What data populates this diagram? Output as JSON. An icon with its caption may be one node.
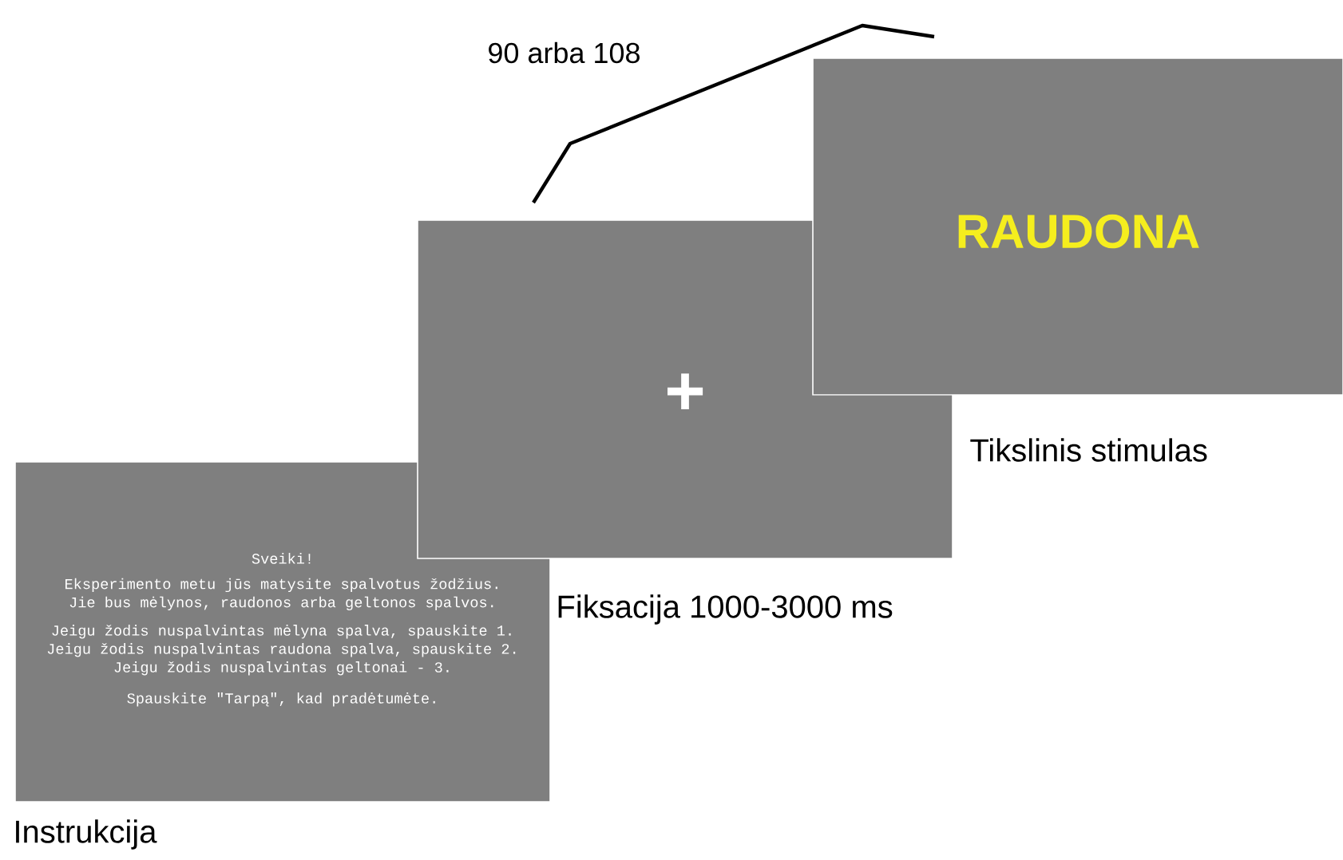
{
  "diagram": {
    "nodes": [
      {
        "text": [
          "Sveiki!",
          "Eksperimento metu jūs matysite spalvotus žodžius. Jie bus mėlynos, raudonos arba geltonos spalvos.",
          "Jeigu žodis nuspalvintas mėlyna spalva, spauskite 1.",
          "Jeigu žodis nuspalvintas raudona spalva, spauskite 2.",
          "Jeigu žodis nuspalvintas geltonai - 3.",
          "Spauskite \"Tarpą\", kad pradėtumėte."
        ]
      },
      {
        "text": [
          "+"
        ]
      },
      {
        "text": [
          "RAUDONA"
        ]
      }
    ],
    "labels": [
      "90 arba 108",
      "Tikslinis stimulas",
      "Fiksacija 1000-3000 ms",
      "Instrukcija"
    ]
  }
}
